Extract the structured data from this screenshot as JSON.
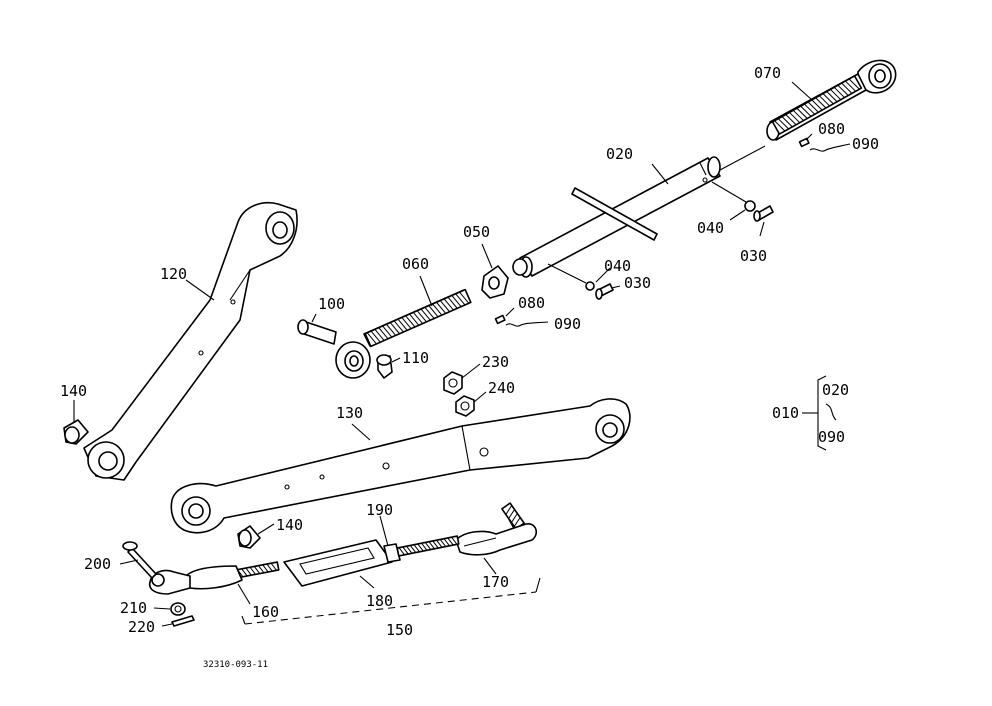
{
  "labels": {
    "p070": "070",
    "p080a": "080",
    "p090a": "090",
    "p020": "020",
    "p040a": "040",
    "p030a": "030",
    "p050": "050",
    "p060": "060",
    "p040b": "040",
    "p030b": "030",
    "p120": "120",
    "p100": "100",
    "p080b": "080",
    "p090b": "090",
    "p110": "110",
    "p230": "230",
    "p240": "240",
    "p140a": "140",
    "p130": "130",
    "p010": "010",
    "p020b": "020",
    "p090c": "090",
    "p190": "190",
    "p140b": "140",
    "p200": "200",
    "p170": "170",
    "p180": "180",
    "p210": "210",
    "p160": "160",
    "p220": "220",
    "p150": "150"
  },
  "drawing_code": "32310-093-11"
}
